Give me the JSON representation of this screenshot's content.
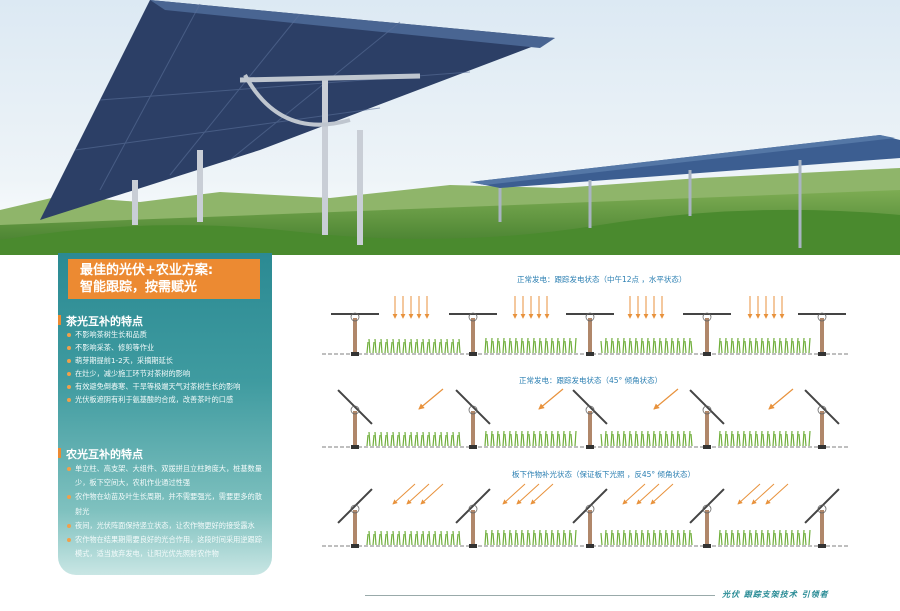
{
  "banner": {
    "line1": "最佳的光伏+农业方案:",
    "line2": "智能跟踪，按需赋光"
  },
  "tea_section": {
    "title": "茶光互补的特点",
    "items": [
      "不影响茶树生长和品质",
      "不影响采茶、修剪等作业",
      "萌芽期提前1-2天，采摘期延长",
      "在灶少，减少施工环节对茶树的影响",
      "有效避免倒春寒、干旱等极端天气对茶树生长的影响",
      "光伏板遮阴有利于氨基酸的合成，改善茶叶的口感"
    ]
  },
  "farm_section": {
    "title": "农光互补的特点",
    "items": [
      "单立柱、高支架、大组件、双拨拼且立柱跨度大，桩基数量少，板下空间大，农机作业通过性强",
      "农作物在幼苗及叶生长周期，并不需要强光，需要更多的散射光",
      "夜间，光伏阵面保持竖立状态，让农作物更好的接受露水",
      "农作物在结果期需要良好的光合作用，这段时间采用逆跟踪模式，适当放弃发电，让阳光优先照射农作物"
    ]
  },
  "diagrams": [
    {
      "title": "正常发电：跟踪发电状态（中午12点 ，水平状态）"
    },
    {
      "title": "正常发电：跟踪发电状态（45° 倾角状态）"
    },
    {
      "title": "板下作物补光状态（保证板下光照 ，反45° 倾角状态）"
    }
  ],
  "footer": {
    "slogan": "光伏 跟踪支架技术 引领者"
  },
  "colors": {
    "teal": "#2b8a93",
    "orange": "#ec8a32",
    "title_blue": "#2b7fb2",
    "arrow": "#e8923c"
  },
  "icons": [
    "sun-arrow-icon",
    "tracker-panel-icon",
    "crop-row-icon"
  ]
}
